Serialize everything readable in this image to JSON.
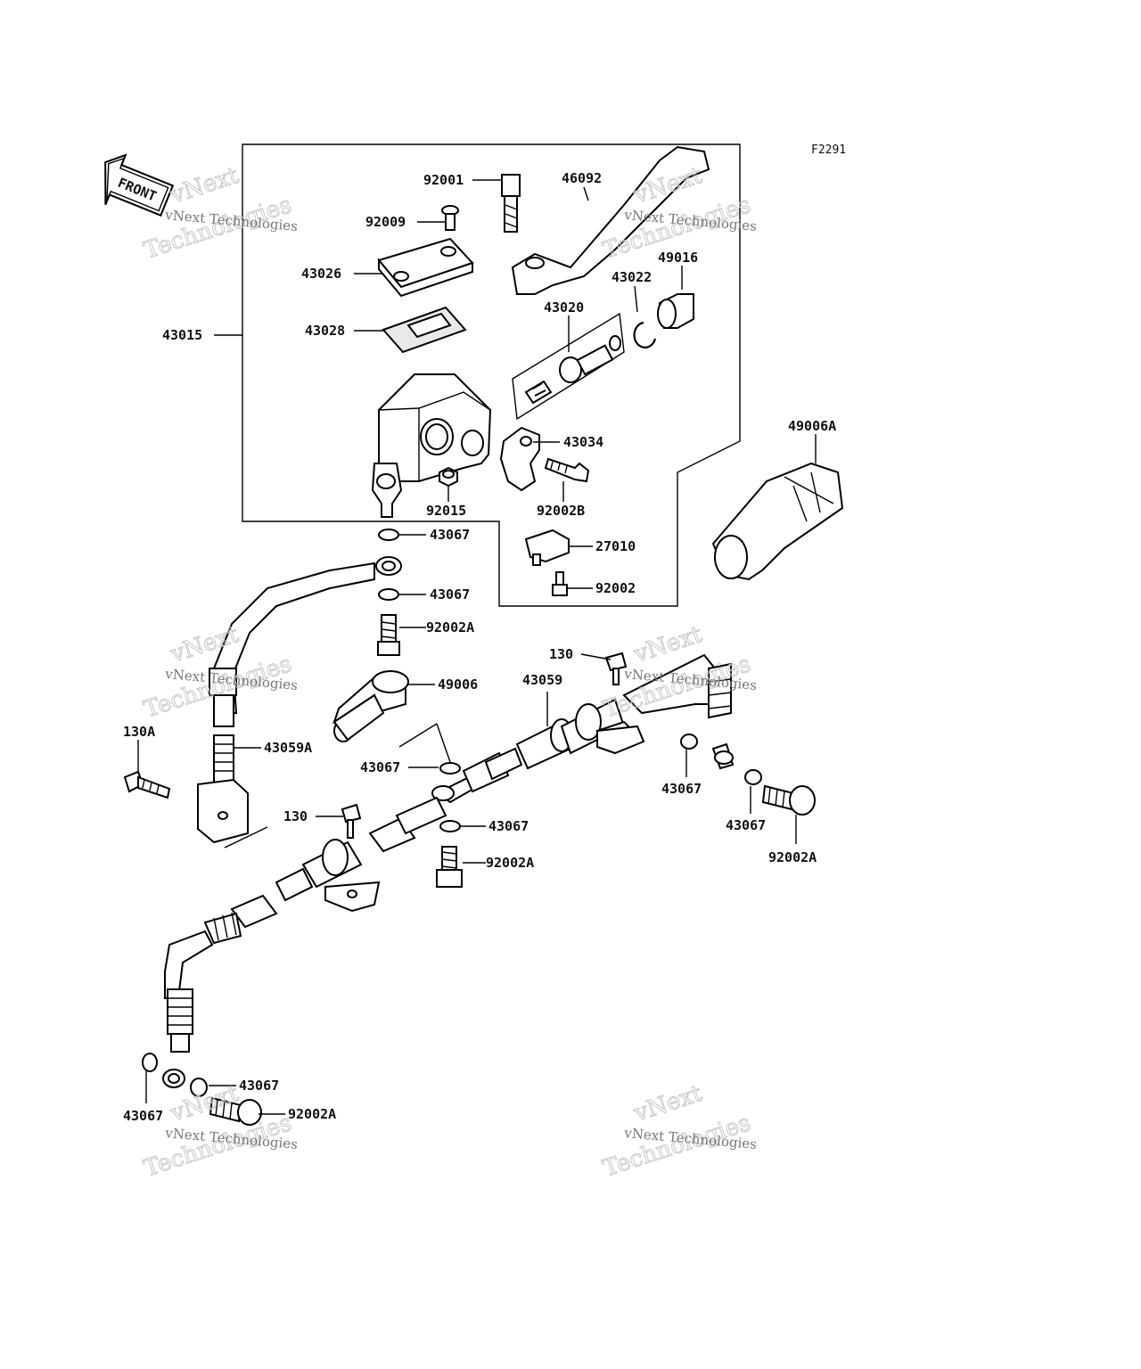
{
  "figure_code": "F2291",
  "front_label": "FRONT",
  "watermark": {
    "line1": "vNext Technologies",
    "line2": "vNext",
    "line3": "Technologies"
  },
  "parts": {
    "p92001": "92001",
    "p46092": "46092",
    "p92009": "92009",
    "p43026": "43026",
    "p49016": "49016",
    "p43022": "43022",
    "p43028": "43028",
    "p43020": "43020",
    "p43015": "43015",
    "p43034": "43034",
    "p49006A": "49006A",
    "p92015": "92015",
    "p92002B": "92002B",
    "p43067_a": "43067",
    "p27010": "27010",
    "p43067_b": "43067",
    "p92002": "92002",
    "p92002A_a": "92002A",
    "p130_a": "130",
    "p49006": "49006",
    "p43059": "43059",
    "p130A": "130A",
    "p43059A": "43059A",
    "p43067_c": "43067",
    "p43067_d": "43067",
    "p130_b": "130",
    "p43067_e": "43067",
    "p92002A_b": "92002A",
    "p43067_f": "43067",
    "p92002A_c": "92002A",
    "p43067_g": "43067",
    "p43067_h": "43067",
    "p92002A_d": "92002A"
  }
}
